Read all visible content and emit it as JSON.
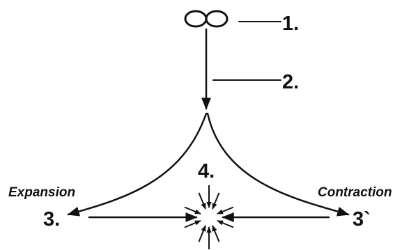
{
  "labels": {
    "l1": "1.",
    "l2": "2.",
    "l3": "3.",
    "l3p": "3`",
    "l4": "4.",
    "expansion": "Expansion",
    "contraction": "Contraction"
  },
  "icons": {
    "top": "infinity-symbol-icon",
    "center": "converging-arrows-burst-icon"
  },
  "colors": {
    "ink": "#111111",
    "background": "#ffffff"
  }
}
